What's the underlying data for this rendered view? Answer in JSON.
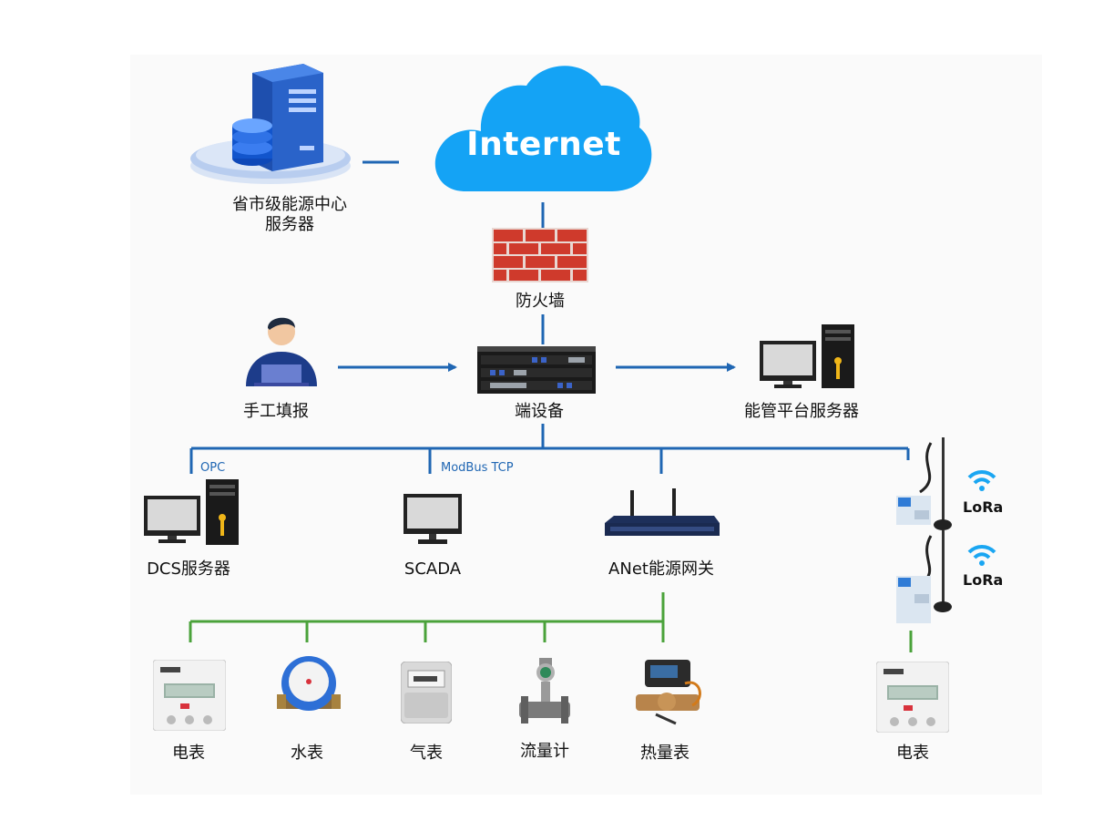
{
  "nodes": {
    "internet": "Internet",
    "provincial_server": [
      "省市级能源中心",
      "服务器"
    ],
    "firewall": "防火墙",
    "manual_entry": "手工填报",
    "edge_device": "端设备",
    "platform_server": "能管平台服务器",
    "dcs_server": "DCS服务器",
    "scada": "SCADA",
    "gateway": "ANet能源网关",
    "meters": {
      "electric_1": "电表",
      "water": "水表",
      "gas": "气表",
      "flow": "流量计",
      "heat": "热量表",
      "electric_2": "电表"
    }
  },
  "links": {
    "opc": "OPC",
    "modbus": "ModBus TCP",
    "lora_1": "LoRa",
    "lora_2": "LoRa"
  },
  "colors": {
    "blue_line": "#1f66b3",
    "green_line": "#4aa23a",
    "cloud": "#1aa6f2",
    "brick": "#c8302a",
    "server_blue": "#2f6fd6"
  }
}
